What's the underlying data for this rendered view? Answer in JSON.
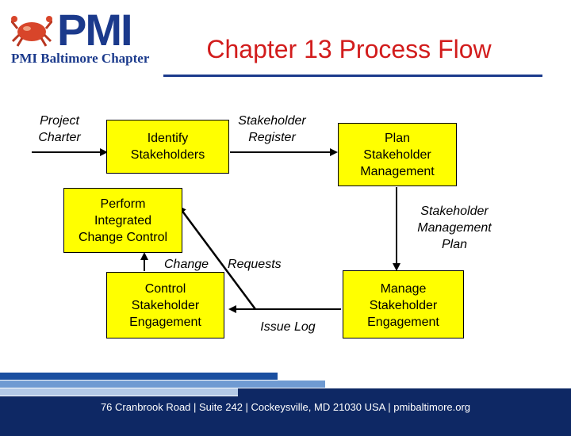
{
  "header": {
    "logo_word": "PMI",
    "logo_subtitle": "PMI Baltimore Chapter",
    "title": "Chapter 13 Process Flow"
  },
  "diagram": {
    "input_project_charter": [
      "Project",
      "Charter"
    ],
    "identify_stakeholders": [
      "Identify",
      "Stakeholders"
    ],
    "output_stakeholder_register": [
      "Stakeholder",
      "Register"
    ],
    "plan_stakeholder_management": [
      "Plan",
      "Stakeholder",
      "Management"
    ],
    "perform_integrated_change_control": [
      "Perform",
      "Integrated",
      "Change Control"
    ],
    "output_stakeholder_management_plan": [
      "Stakeholder",
      "Management",
      "Plan"
    ],
    "change_requests": [
      "Change",
      "Requests"
    ],
    "control_stakeholder_engagement": [
      "Control",
      "Stakeholder",
      "Engagement"
    ],
    "issue_log": "Issue Log",
    "manage_stakeholder_engagement": [
      "Manage",
      "Stakeholder",
      "Engagement"
    ]
  },
  "footer": {
    "address": "76 Cranbrook Road | Suite 242 | Cockeysville, MD 21030 USA | pmibaltimore.org"
  },
  "colors": {
    "process_box": "#ffff00",
    "title": "#d21c1c",
    "brand_blue": "#1b3a8c",
    "footer_bg": "#0e2864"
  }
}
